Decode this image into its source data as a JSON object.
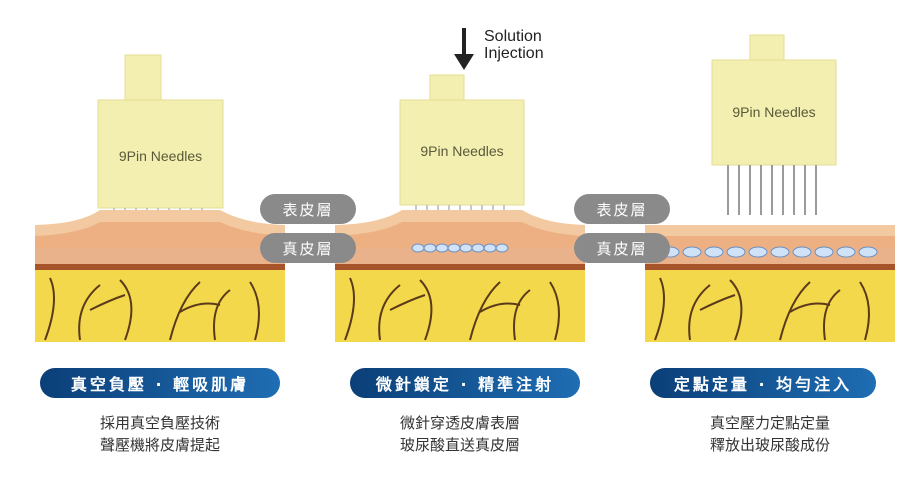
{
  "injection": {
    "line1": "Solution",
    "line2": "Injection"
  },
  "layer_labels": {
    "epidermis": "表皮層",
    "dermis": "真皮層"
  },
  "panels": [
    {
      "device_label": "9Pin Needles",
      "title": "真空負壓 · 輕吸肌膚",
      "desc_line1": "採用真空負壓技術",
      "desc_line2": "聲壓機將皮膚提起"
    },
    {
      "device_label": "9Pin Needles",
      "title": "微針鎖定 · 精準注射",
      "desc_line1": "微針穿透皮膚表層",
      "desc_line2": "玻尿酸直送真皮層"
    },
    {
      "device_label": "9Pin Needles",
      "title": "定點定量 · 均勻注入",
      "desc_line1": "真空壓力定點定量",
      "desc_line2": "釋放出玻尿酸成份"
    }
  ],
  "colors": {
    "title_pill": "#1a5a9a",
    "layer_pill": "#8a8a8a",
    "device": "#f3efb0",
    "skin_top": "#f2c9a0",
    "dermis": "#e9a77a",
    "fat": "#f2d84a",
    "filler": "#cfe2f7"
  }
}
